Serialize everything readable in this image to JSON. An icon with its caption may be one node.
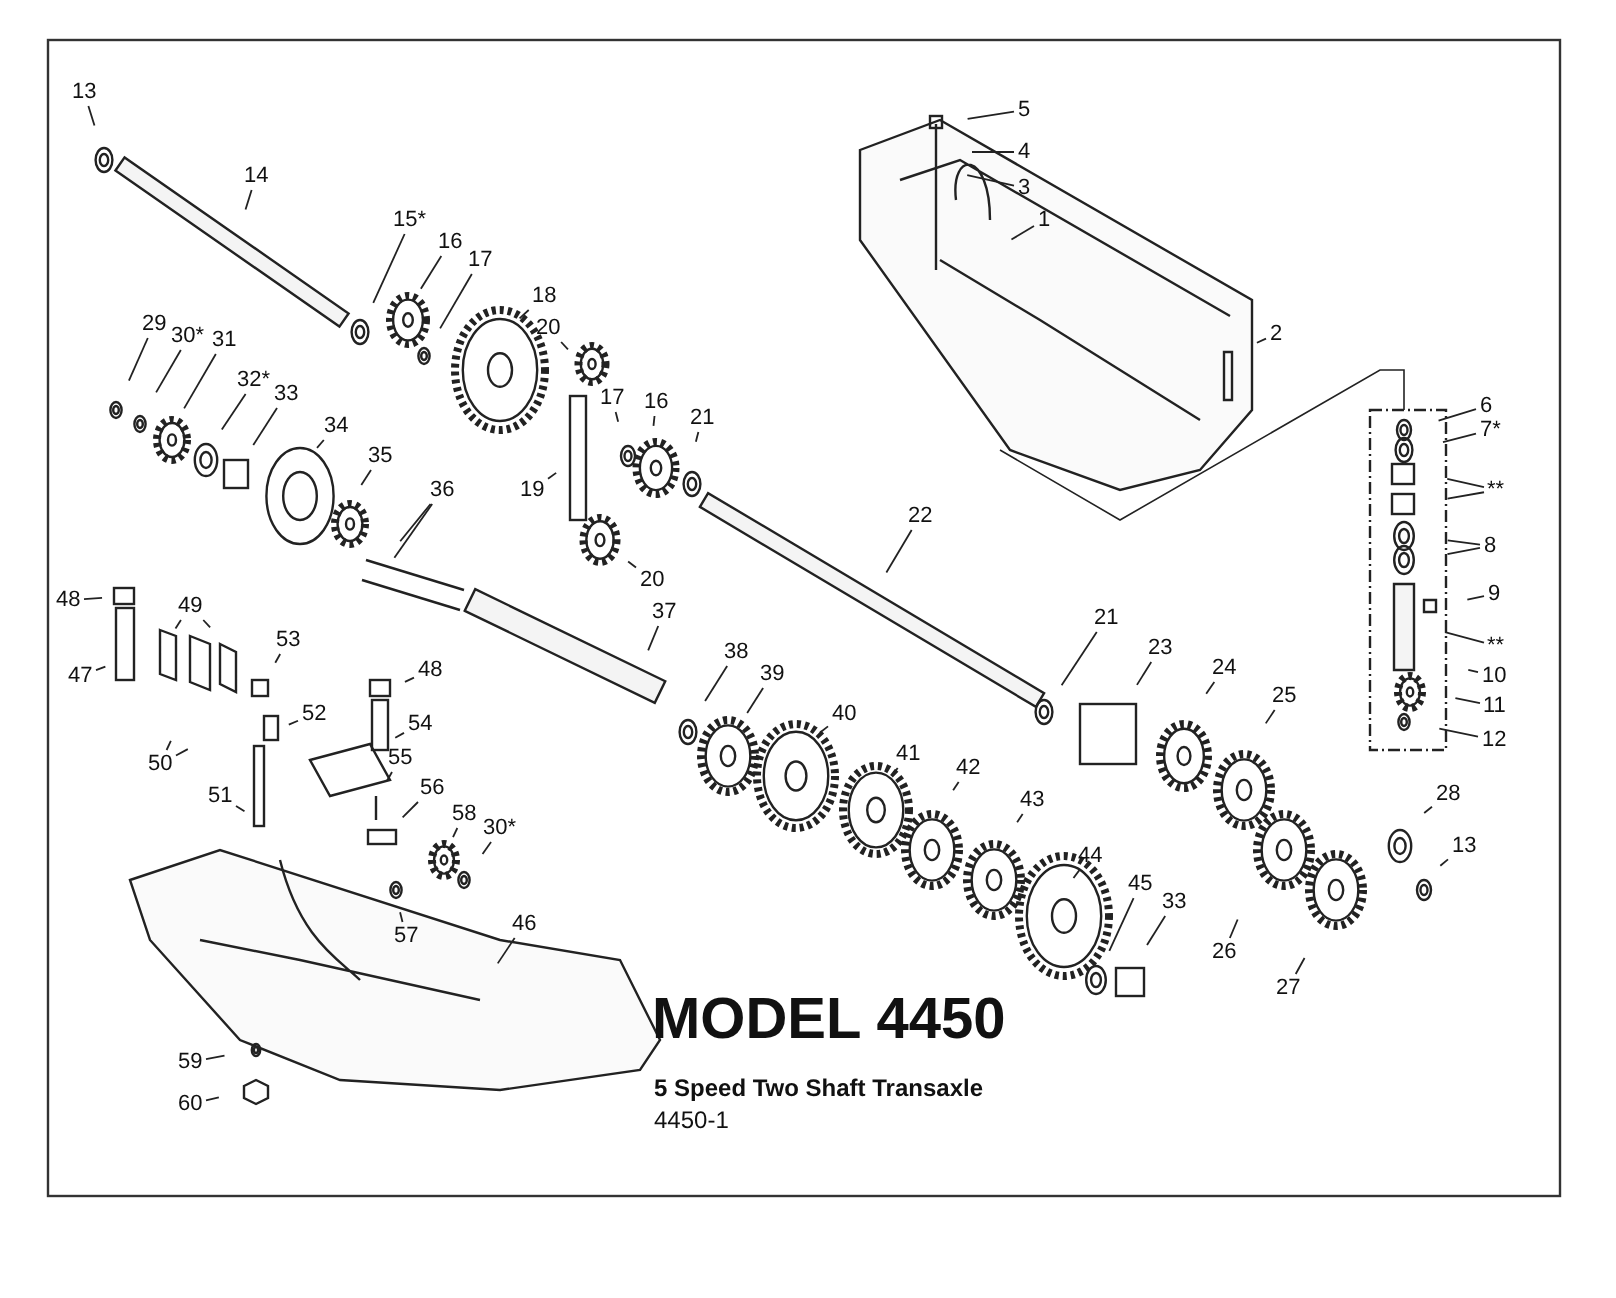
{
  "diagram": {
    "title": "MODEL 4450",
    "caption": "5 Speed Two Shaft Transaxle",
    "nodes": [
      {
        "text": [
          "13"
        ]
      },
      {
        "text": [
          "14"
        ]
      },
      {
        "text": [
          "15*"
        ]
      },
      {
        "text": [
          "16"
        ]
      },
      {
        "text": [
          "17"
        ]
      },
      {
        "text": [
          "18"
        ]
      },
      {
        "text": [
          "20"
        ]
      },
      {
        "text": [
          "29"
        ]
      },
      {
        "text": [
          "30*"
        ]
      },
      {
        "text": [
          "31"
        ]
      },
      {
        "text": [
          "32*"
        ]
      },
      {
        "text": [
          "33"
        ]
      },
      {
        "text": [
          "34"
        ]
      },
      {
        "text": [
          "35"
        ]
      },
      {
        "text": [
          "36"
        ]
      },
      {
        "text": [
          "19"
        ]
      },
      {
        "text": [
          "17"
        ]
      },
      {
        "text": [
          "16"
        ]
      },
      {
        "text": [
          "21"
        ]
      },
      {
        "text": [
          "20"
        ]
      },
      {
        "text": [
          "22"
        ]
      },
      {
        "text": [
          "5"
        ]
      },
      {
        "text": [
          "4"
        ]
      },
      {
        "text": [
          "3"
        ]
      },
      {
        "text": [
          "1"
        ]
      },
      {
        "text": [
          "2"
        ]
      },
      {
        "text": [
          "6"
        ]
      },
      {
        "text": [
          "7*"
        ]
      },
      {
        "text": [
          "**"
        ]
      },
      {
        "text": [
          "8"
        ]
      },
      {
        "text": [
          "9"
        ]
      },
      {
        "text": [
          "**"
        ]
      },
      {
        "text": [
          "10"
        ]
      },
      {
        "text": [
          "11"
        ]
      },
      {
        "text": [
          "12"
        ]
      },
      {
        "text": [
          "48"
        ]
      },
      {
        "text": [
          "49"
        ]
      },
      {
        "text": [
          "47"
        ]
      },
      {
        "text": [
          "53"
        ]
      },
      {
        "text": [
          "50"
        ]
      },
      {
        "text": [
          "52"
        ]
      },
      {
        "text": [
          "48"
        ]
      },
      {
        "text": [
          "54"
        ]
      },
      {
        "text": [
          "55"
        ]
      },
      {
        "text": [
          "51"
        ]
      },
      {
        "text": [
          "56"
        ]
      },
      {
        "text": [
          "58"
        ]
      },
      {
        "text": [
          "30*"
        ]
      },
      {
        "text": [
          "57"
        ]
      },
      {
        "text": [
          "46"
        ]
      },
      {
        "text": [
          "59"
        ]
      },
      {
        "text": [
          "60"
        ]
      },
      {
        "text": [
          "37"
        ]
      },
      {
        "text": [
          "38"
        ]
      },
      {
        "text": [
          "39"
        ]
      },
      {
        "text": [
          "40"
        ]
      },
      {
        "text": [
          "41"
        ]
      },
      {
        "text": [
          "42"
        ]
      },
      {
        "text": [
          "43"
        ]
      },
      {
        "text": [
          "21"
        ]
      },
      {
        "text": [
          "23"
        ]
      },
      {
        "text": [
          "24"
        ]
      },
      {
        "text": [
          "25"
        ]
      },
      {
        "text": [
          "44"
        ]
      },
      {
        "text": [
          "45"
        ]
      },
      {
        "text": [
          "33"
        ]
      },
      {
        "text": [
          "26"
        ]
      },
      {
        "text": [
          "27"
        ]
      },
      {
        "text": [
          "28"
        ]
      },
      {
        "text": [
          "13"
        ]
      }
    ],
    "edges": [
      {
        "from": 0,
        "to": null,
        "arrow": "none"
      },
      {
        "from": 1,
        "to": null,
        "arrow": "none"
      },
      {
        "from": 2,
        "to": null,
        "arrow": "none"
      },
      {
        "from": 3,
        "to": null,
        "arrow": "none"
      },
      {
        "from": 4,
        "to": null,
        "arrow": "none"
      },
      {
        "from": 5,
        "to": null,
        "arrow": "none"
      },
      {
        "from": 6,
        "to": null,
        "arrow": "none"
      },
      {
        "from": 7,
        "to": null,
        "arrow": "none"
      },
      {
        "from": 8,
        "to": null,
        "arrow": "none"
      },
      {
        "from": 9,
        "to": null,
        "arrow": "none"
      },
      {
        "from": 10,
        "to": null,
        "arrow": "none"
      },
      {
        "from": 11,
        "to": null,
        "arrow": "none"
      },
      {
        "from": 12,
        "to": null,
        "arrow": "none"
      },
      {
        "from": 13,
        "to": null,
        "arrow": "none"
      },
      {
        "from": 14,
        "to": null,
        "arrow": "none"
      },
      {
        "from": 14,
        "to": null,
        "arrow": "none"
      },
      {
        "from": 15,
        "to": null,
        "arrow": "none"
      },
      {
        "from": 16,
        "to": null,
        "arrow": "none"
      },
      {
        "from": 17,
        "to": null,
        "arrow": "none"
      },
      {
        "from": 18,
        "to": null,
        "arrow": "none"
      },
      {
        "from": 19,
        "to": null,
        "arrow": "none"
      },
      {
        "from": 20,
        "to": null,
        "arrow": "none"
      },
      {
        "from": 21,
        "to": null,
        "arrow": "none"
      },
      {
        "from": 22,
        "to": null,
        "arrow": "none"
      },
      {
        "from": 23,
        "to": null,
        "arrow": "none"
      },
      {
        "from": 24,
        "to": null,
        "arrow": "none"
      },
      {
        "from": 25,
        "to": null,
        "arrow": "none"
      },
      {
        "from": 26,
        "to": null,
        "arrow": "none"
      },
      {
        "from": 27,
        "to": null,
        "arrow": "none"
      },
      {
        "from": 28,
        "to": null,
        "arrow": "none"
      },
      {
        "from": 28,
        "to": null,
        "arrow": "none"
      },
      {
        "from": 29,
        "to": null,
        "arrow": "none"
      },
      {
        "from": 29,
        "to": null,
        "arrow": "none"
      },
      {
        "from": 30,
        "to": null,
        "arrow": "none"
      },
      {
        "from": 31,
        "to": null,
        "arrow": "none"
      },
      {
        "from": 32,
        "to": null,
        "arrow": "none"
      },
      {
        "from": 33,
        "to": null,
        "arrow": "none"
      },
      {
        "from": 34,
        "to": null,
        "arrow": "none"
      },
      {
        "from": 35,
        "to": null,
        "arrow": "none"
      },
      {
        "from": 36,
        "to": null,
        "arrow": "none"
      },
      {
        "from": 36,
        "to": null,
        "arrow": "none"
      },
      {
        "from": 37,
        "to": null,
        "arrow": "none"
      },
      {
        "from": 38,
        "to": null,
        "arrow": "none"
      },
      {
        "from": 39,
        "to": null,
        "arrow": "none"
      },
      {
        "from": 39,
        "to": null,
        "arrow": "none"
      },
      {
        "from": 40,
        "to": null,
        "arrow": "none"
      },
      {
        "from": 41,
        "to": null,
        "arrow": "none"
      },
      {
        "from": 42,
        "to": null,
        "arrow": "none"
      },
      {
        "from": 43,
        "to": null,
        "arrow": "none"
      },
      {
        "from": 44,
        "to": null,
        "arrow": "none"
      },
      {
        "from": 45,
        "to": null,
        "arrow": "none"
      },
      {
        "from": 46,
        "to": null,
        "arrow": "none"
      },
      {
        "from": 47,
        "to": null,
        "arrow": "none"
      },
      {
        "from": 48,
        "to": null,
        "arrow": "none"
      },
      {
        "from": 49,
        "to": null,
        "arrow": "none"
      },
      {
        "from": 50,
        "to": null,
        "arrow": "none"
      },
      {
        "from": 51,
        "to": null,
        "arrow": "none"
      },
      {
        "from": 52,
        "to": null,
        "arrow": "none"
      },
      {
        "from": 53,
        "to": null,
        "arrow": "none"
      },
      {
        "from": 54,
        "to": null,
        "arrow": "none"
      },
      {
        "from": 55,
        "to": null,
        "arrow": "none"
      },
      {
        "from": 56,
        "to": null,
        "arrow": "none"
      },
      {
        "from": 57,
        "to": null,
        "arrow": "none"
      },
      {
        "from": 58,
        "to": null,
        "arrow": "none"
      },
      {
        "from": 59,
        "to": null,
        "arrow": "none"
      },
      {
        "from": 60,
        "to": null,
        "arrow": "none"
      },
      {
        "from": 61,
        "to": null,
        "arrow": "none"
      },
      {
        "from": 62,
        "to": null,
        "arrow": "none"
      },
      {
        "from": 63,
        "to": null,
        "arrow": "none"
      },
      {
        "from": 64,
        "to": null,
        "arrow": "none"
      },
      {
        "from": 65,
        "to": null,
        "arrow": "none"
      },
      {
        "from": 66,
        "to": null,
        "arrow": "none"
      },
      {
        "from": 67,
        "to": null,
        "arrow": "none"
      },
      {
        "from": 68,
        "to": null,
        "arrow": "none"
      },
      {
        "from": 69,
        "to": null,
        "arrow": "none"
      }
    ],
    "labels": [
      "4450-1"
    ]
  }
}
